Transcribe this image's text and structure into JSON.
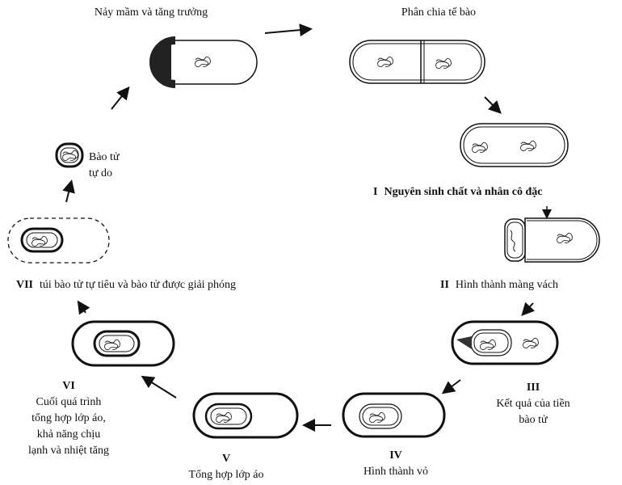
{
  "labels": {
    "germination": "Nảy mầm và tăng trưởng",
    "division": "Phân chia tế bào",
    "stage1": {
      "num": "I",
      "text": "Nguyên sinh chất và nhân cô đặc"
    },
    "stage2": {
      "num": "II",
      "text": "Hình thành màng vách"
    },
    "stage3": {
      "num": "III",
      "lines": [
        "Kết quả của tiền",
        "bào tử"
      ]
    },
    "stage4": {
      "num": "IV",
      "text": "Hình thành vỏ"
    },
    "stage5": {
      "num": "V",
      "text": "Tổng hợp lớp áo"
    },
    "stage6": {
      "num": "VI",
      "lines": [
        "Cuối quá trình",
        "tổng hợp lớp áo,",
        "khả năng chịu",
        "lạnh và nhiệt tăng"
      ]
    },
    "stage7": {
      "num": "VII",
      "text": "túi bào tử tự tiêu và bào tử được giải phóng"
    },
    "free_spore": [
      "Bào tử",
      "tự do"
    ]
  }
}
